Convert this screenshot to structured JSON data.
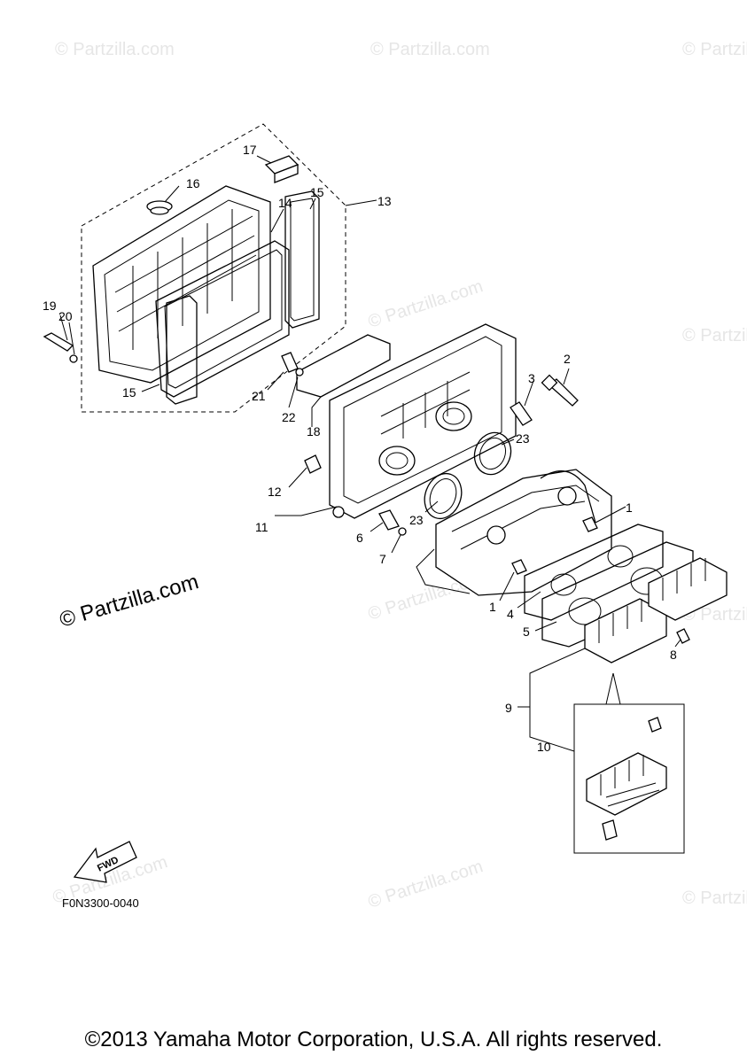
{
  "watermark": "© Partzilla.com",
  "diagram_code": "F0N3300-0040",
  "fwd_label": "FWD",
  "copyright": "©2013 Yamaha Motor Corporation, U.S.A. All rights reserved.",
  "callouts": {
    "c1a": "1",
    "c1b": "1",
    "c2": "2",
    "c3": "3",
    "c4": "4",
    "c5": "5",
    "c6": "6",
    "c7": "7",
    "c8": "8",
    "c9": "9",
    "c10": "10",
    "c11": "11",
    "c12": "12",
    "c13": "13",
    "c14": "14",
    "c15a": "15",
    "c15b": "15",
    "c16": "16",
    "c17": "17",
    "c18": "18",
    "c19": "19",
    "c20": "20",
    "c21": "21",
    "c22": "22",
    "c23a": "23",
    "c23b": "23"
  }
}
